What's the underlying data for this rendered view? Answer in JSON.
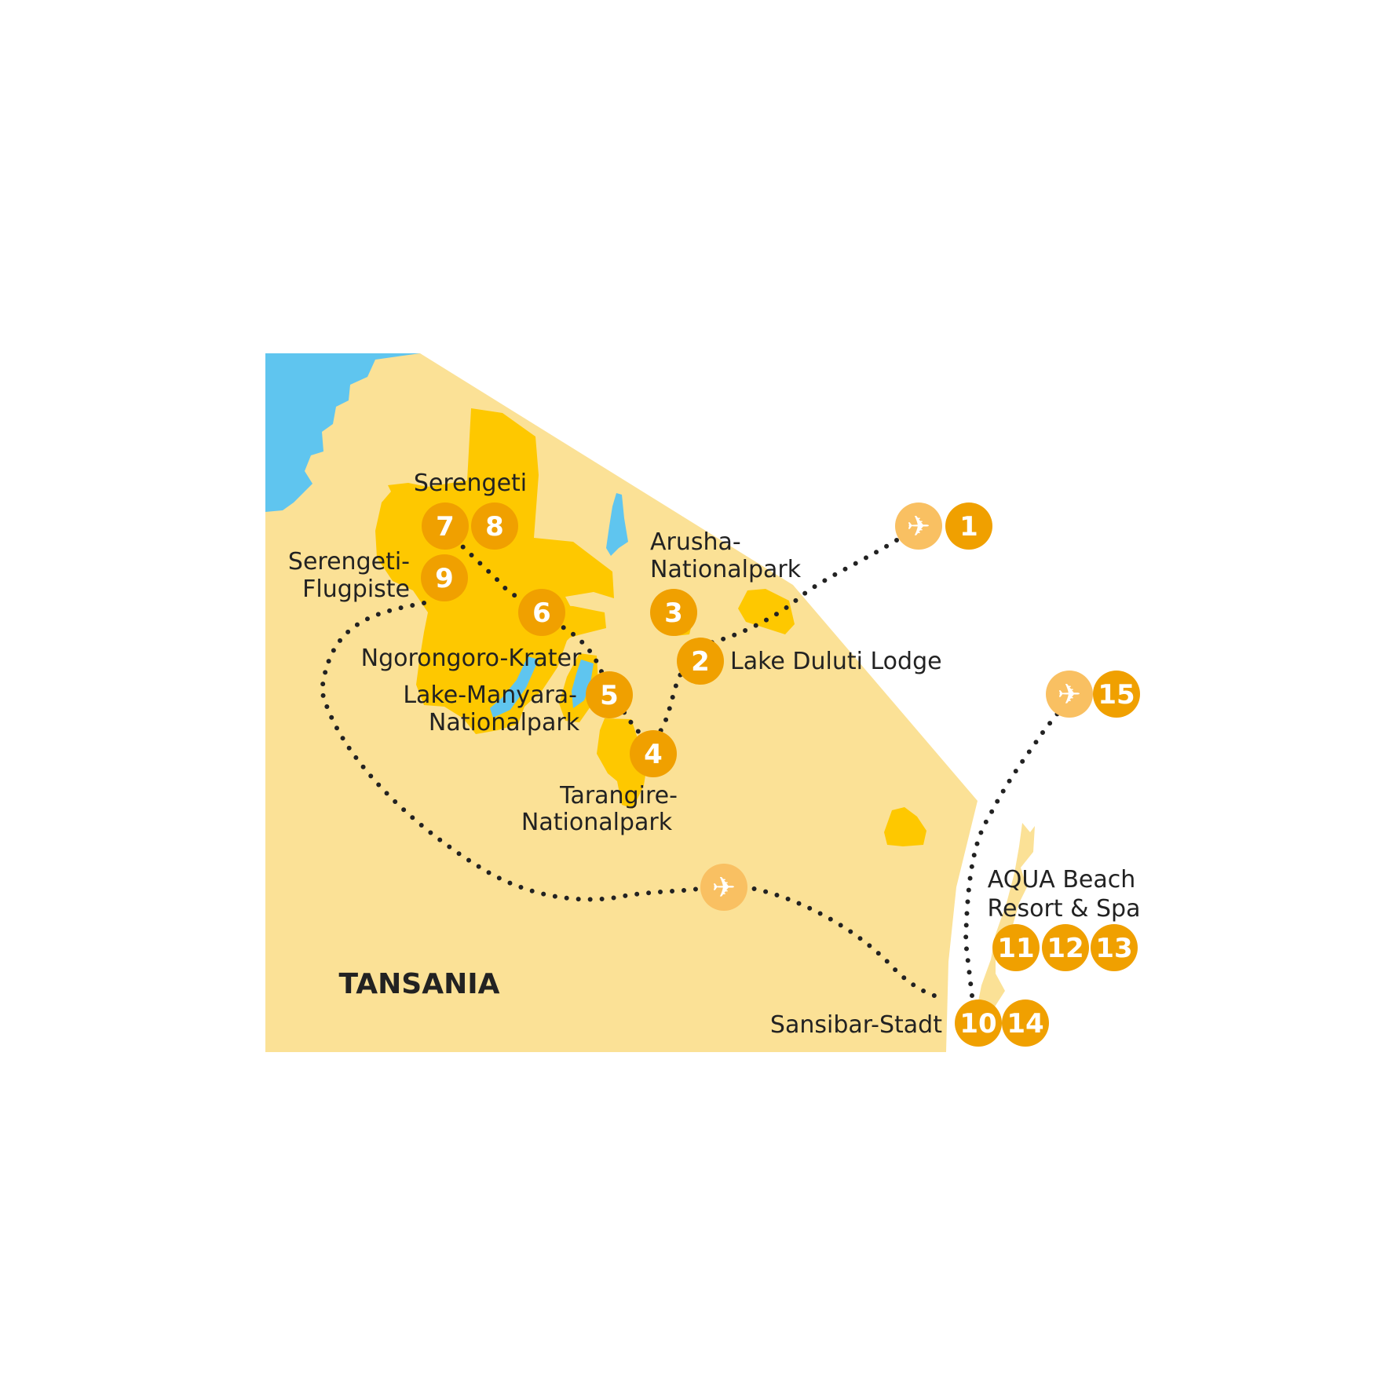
{
  "map": {
    "country": "TANSANIA",
    "colors": {
      "land": "#fbe196",
      "parks": "#fec800",
      "water": "#5fc5ef",
      "marker": "#f0a000",
      "plane_marker": "#f9c062",
      "route": "#222222"
    },
    "labels": {
      "serengeti": "Serengeti",
      "serengeti_flugpiste_1": "Serengeti-",
      "serengeti_flugpiste_2": "Flugpiste",
      "arusha_1": "Arusha-",
      "arusha_2": "Nationalpark",
      "lake_duluti": "Lake Duluti Lodge",
      "ngorongoro": "Ngorongoro-Krater",
      "manyara_1": "Lake-Manyara-",
      "manyara_2": "Nationalpark",
      "tarangire_1": "Tarangire-",
      "tarangire_2": "Nationalpark",
      "aqua_1": "AQUA Beach",
      "aqua_2": "Resort & Spa",
      "sansibar": "Sansibar-Stadt"
    },
    "markers": [
      "1",
      "2",
      "3",
      "4",
      "5",
      "6",
      "7",
      "8",
      "9",
      "10",
      "11",
      "12",
      "13",
      "14",
      "15"
    ],
    "plane_icon": "airplane-icon",
    "plane_glyph": "✈"
  }
}
